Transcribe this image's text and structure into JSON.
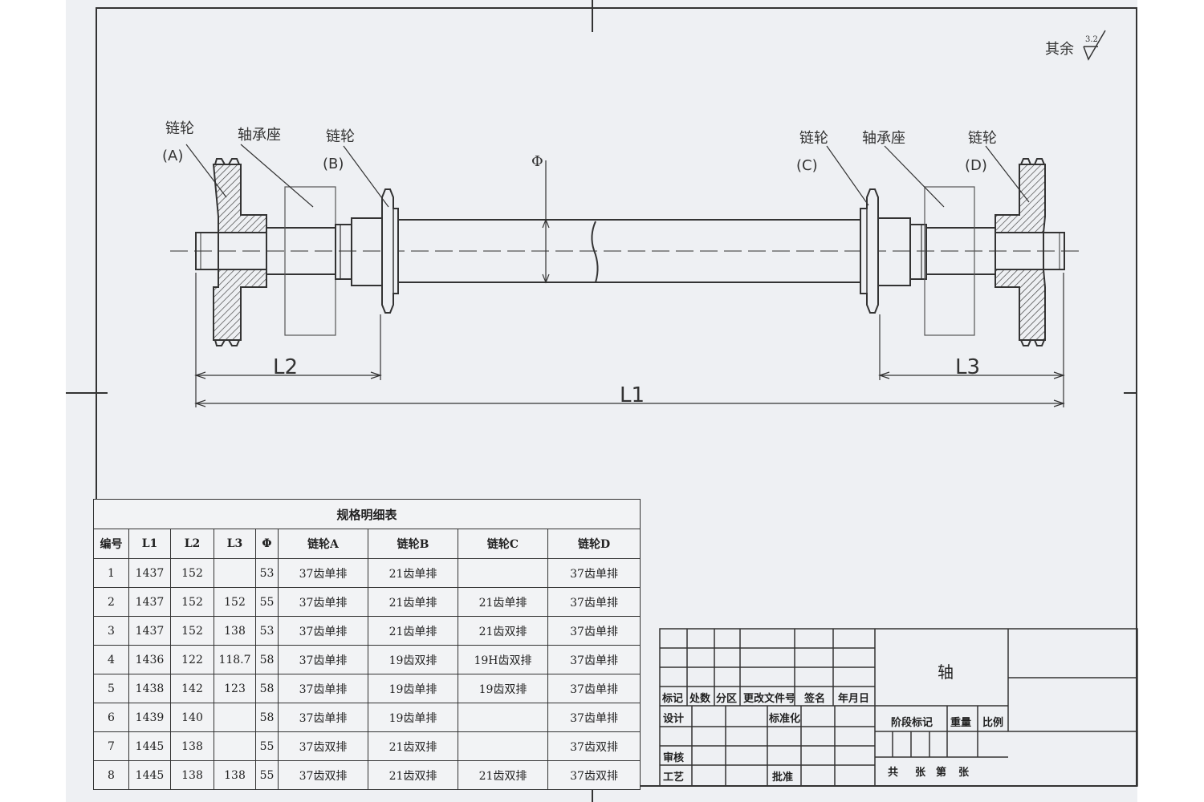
{
  "drawing": {
    "surface_note": "其余",
    "surface_value": "3.2",
    "labels": {
      "sprocket_a_name": "链轮",
      "sprocket_a_tag": "(A)",
      "bearing_left": "轴承座",
      "sprocket_b_name": "链轮",
      "sprocket_b_tag": "(B)",
      "diameter_symbol": "Φ",
      "sprocket_c_name": "链轮",
      "sprocket_c_tag": "(C)",
      "bearing_right": "轴承座",
      "sprocket_d_name": "链轮",
      "sprocket_d_tag": "(D)"
    },
    "dimensions": {
      "l1": "L1",
      "l2": "L2",
      "l3": "L3"
    }
  },
  "spec_table": {
    "title": "规格明细表",
    "headers": [
      "编号",
      "L1",
      "L2",
      "L3",
      "Φ",
      "链轮A",
      "链轮B",
      "链轮C",
      "链轮D"
    ],
    "rows": [
      [
        "1",
        "1437",
        "152",
        "",
        "53",
        "37齿单排",
        "21齿单排",
        "",
        "37齿单排"
      ],
      [
        "2",
        "1437",
        "152",
        "152",
        "55",
        "37齿单排",
        "21齿单排",
        "21齿单排",
        "37齿单排"
      ],
      [
        "3",
        "1437",
        "152",
        "138",
        "53",
        "37齿单排",
        "21齿单排",
        "21齿双排",
        "37齿单排"
      ],
      [
        "4",
        "1436",
        "122",
        "118.7",
        "58",
        "37齿单排",
        "19齿双排",
        "19H齿双排",
        "37齿单排"
      ],
      [
        "5",
        "1438",
        "142",
        "123",
        "58",
        "37齿单排",
        "19齿单排",
        "19齿双排",
        "37齿单排"
      ],
      [
        "6",
        "1439",
        "140",
        "",
        "58",
        "37齿单排",
        "19齿单排",
        "",
        "37齿单排"
      ],
      [
        "7",
        "1445",
        "138",
        "",
        "55",
        "37齿双排",
        "21齿双排",
        "",
        "37齿双排"
      ],
      [
        "8",
        "1445",
        "138",
        "138",
        "55",
        "37齿双排",
        "21齿双排",
        "21齿双排",
        "37齿双排"
      ]
    ]
  },
  "title_block": {
    "part_name": "轴",
    "mark": "标记",
    "count": "处数",
    "zone": "分区",
    "change_doc": "更改文件号",
    "signature": "签名",
    "date": "年月日",
    "design": "设计",
    "standardize": "标准化",
    "stage_mark": "阶段标记",
    "weight": "重量",
    "scale": "比例",
    "review": "审核",
    "process": "工艺",
    "approve": "批准",
    "sheets": "共",
    "sheet_unit": "张",
    "sheet_no": "第",
    "sheet_unit2": "张"
  },
  "colors": {
    "paper": "#eef0f3",
    "line": "#333333",
    "hatch": "#444444"
  }
}
